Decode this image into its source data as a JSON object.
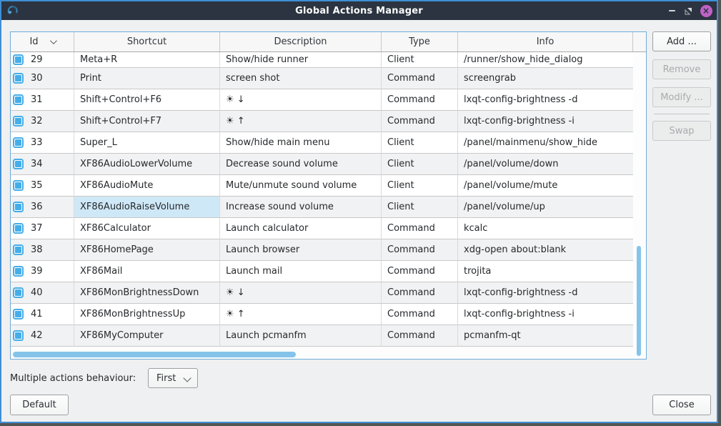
{
  "window": {
    "title": "Global Actions Manager",
    "controls": {
      "minimize": "minimize",
      "restore": "restore",
      "close": "×"
    }
  },
  "table": {
    "columns": [
      "Id",
      "Shortcut",
      "Description",
      "Type",
      "Info"
    ],
    "sorted_column": "Id",
    "rows": [
      {
        "id": "29",
        "checked": true,
        "shortcut": "Meta+R",
        "description": "Show/hide runner",
        "type": "Client",
        "info": "/runner/show_hide_dialog"
      },
      {
        "id": "30",
        "checked": true,
        "shortcut": "Print",
        "description": "screen shot",
        "type": "Command",
        "info": "screengrab"
      },
      {
        "id": "31",
        "checked": true,
        "shortcut": "Shift+Control+F6",
        "description": "☀ ↓",
        "type": "Command",
        "info": "lxqt-config-brightness -d"
      },
      {
        "id": "32",
        "checked": true,
        "shortcut": "Shift+Control+F7",
        "description": "☀ ↑",
        "type": "Command",
        "info": "lxqt-config-brightness -i"
      },
      {
        "id": "33",
        "checked": true,
        "shortcut": "Super_L",
        "description": "Show/hide main menu",
        "type": "Client",
        "info": "/panel/mainmenu/show_hide"
      },
      {
        "id": "34",
        "checked": true,
        "shortcut": "XF86AudioLowerVolume",
        "description": "Decrease sound volume",
        "type": "Client",
        "info": "/panel/volume/down"
      },
      {
        "id": "35",
        "checked": true,
        "shortcut": "XF86AudioMute",
        "description": "Mute/unmute sound volume",
        "type": "Client",
        "info": "/panel/volume/mute"
      },
      {
        "id": "36",
        "checked": true,
        "shortcut": "XF86AudioRaiseVolume",
        "description": "Increase sound volume",
        "type": "Client",
        "info": "/panel/volume/up",
        "selected_cell": "shortcut"
      },
      {
        "id": "37",
        "checked": true,
        "shortcut": "XF86Calculator",
        "description": "Launch calculator",
        "type": "Command",
        "info": "kcalc"
      },
      {
        "id": "38",
        "checked": true,
        "shortcut": "XF86HomePage",
        "description": "Launch browser",
        "type": "Command",
        "info": "xdg-open about:blank"
      },
      {
        "id": "39",
        "checked": true,
        "shortcut": "XF86Mail",
        "description": "Launch mail",
        "type": "Command",
        "info": "trojita"
      },
      {
        "id": "40",
        "checked": true,
        "shortcut": "XF86MonBrightnessDown",
        "description": "☀ ↓",
        "type": "Command",
        "info": "lxqt-config-brightness -d"
      },
      {
        "id": "41",
        "checked": true,
        "shortcut": "XF86MonBrightnessUp",
        "description": "☀ ↑",
        "type": "Command",
        "info": "lxqt-config-brightness -i"
      },
      {
        "id": "42",
        "checked": true,
        "shortcut": "XF86MyComputer",
        "description": "Launch pcmanfm",
        "type": "Command",
        "info": "pcmanfm-qt"
      }
    ]
  },
  "side_buttons": {
    "add": "Add ...",
    "remove": "Remove",
    "modify": "Modify ...",
    "swap": "Swap"
  },
  "footer": {
    "behaviour_label": "Multiple actions behaviour:",
    "behaviour_value": "First",
    "default_button": "Default",
    "close_button": "Close"
  },
  "colors": {
    "accent": "#45aee8",
    "titlebar": "#2b3440",
    "window_border": "#3f8ed5",
    "selection": "#cfe8f7",
    "scrollbar_thumb": "#85c4ea",
    "close_button": "#bf62c5"
  }
}
